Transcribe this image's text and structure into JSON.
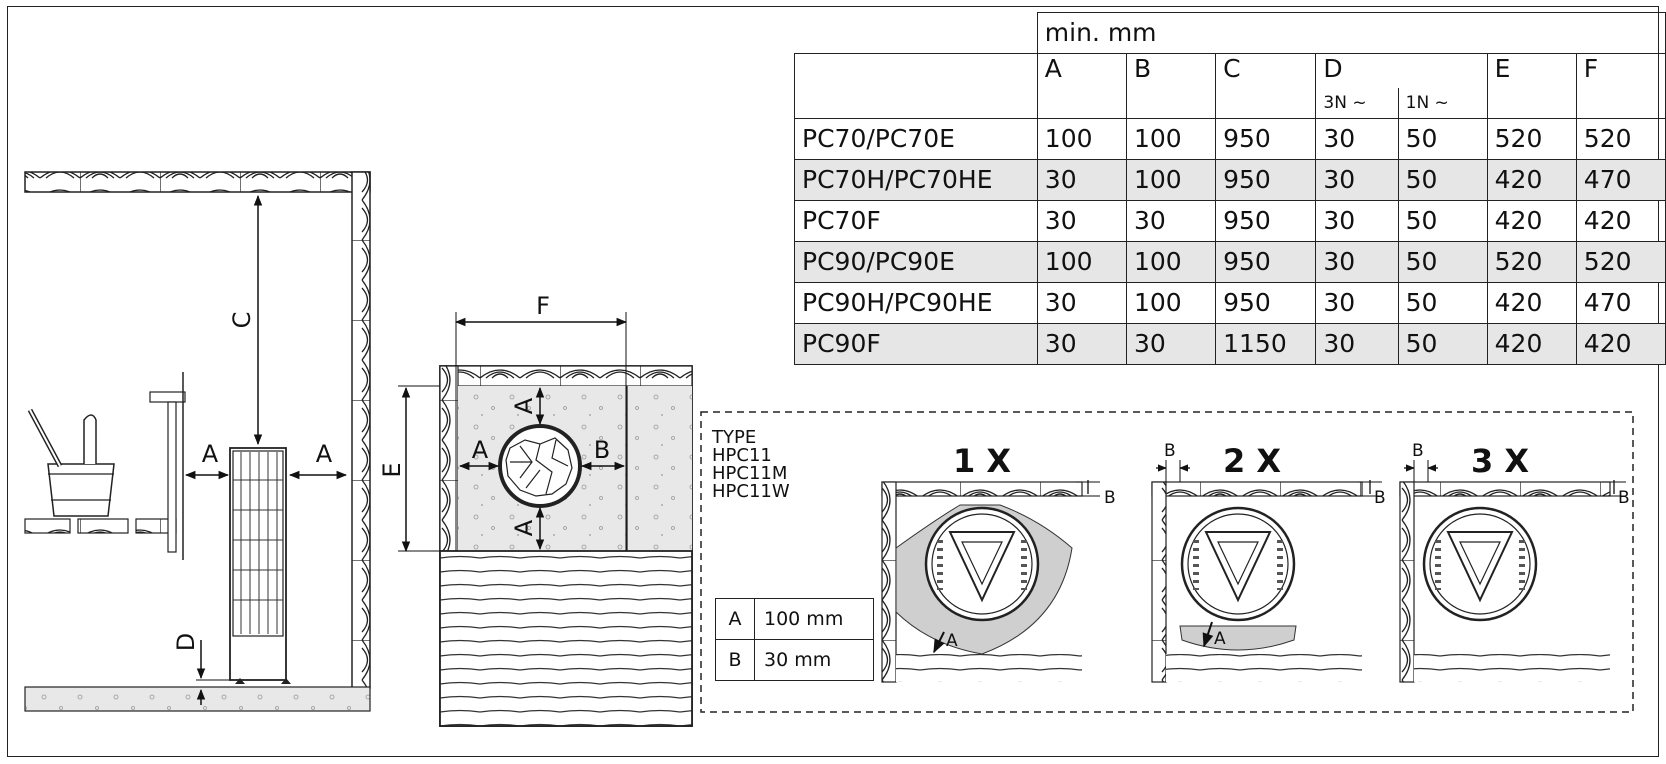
{
  "table": {
    "title": "min. mm",
    "columns": [
      "A",
      "B",
      "C",
      "D",
      "E",
      "F"
    ],
    "d_subcolumns": [
      "3N ~",
      "1N ~"
    ],
    "rows": [
      {
        "model": "PC70/PC70E",
        "a": "100",
        "b": "100",
        "c": "950",
        "d3": "30",
        "d1": "50",
        "e": "520",
        "f": "520"
      },
      {
        "model": "PC70H/PC70HE",
        "a": "30",
        "b": "100",
        "c": "950",
        "d3": "30",
        "d1": "50",
        "e": "420",
        "f": "470"
      },
      {
        "model": "PC70F",
        "a": "30",
        "b": "30",
        "c": "950",
        "d3": "30",
        "d1": "50",
        "e": "420",
        "f": "420"
      },
      {
        "model": "PC90/PC90E",
        "a": "100",
        "b": "100",
        "c": "950",
        "d3": "30",
        "d1": "50",
        "e": "520",
        "f": "520"
      },
      {
        "model": "PC90H/PC90HE",
        "a": "30",
        "b": "100",
        "c": "950",
        "d3": "30",
        "d1": "50",
        "e": "420",
        "f": "470"
      },
      {
        "model": "PC90F",
        "a": "30",
        "b": "30",
        "c": "1150",
        "d3": "30",
        "d1": "50",
        "e": "420",
        "f": "420"
      }
    ]
  },
  "side_view": {
    "dim_c": "C",
    "dim_a_left": "A",
    "dim_a_right": "A",
    "dim_d": "D"
  },
  "top_view": {
    "dim_f": "F",
    "dim_e": "E",
    "dim_a_top": "A",
    "dim_a_left": "A",
    "dim_b": "B",
    "dim_a_bottom": "A"
  },
  "installation": {
    "type_lines": [
      "TYPE",
      "HPC11",
      "HPC11M",
      "HPC11W"
    ],
    "legend": [
      {
        "key": "A",
        "value": "100 mm"
      },
      {
        "key": "B",
        "value": "30 mm"
      }
    ],
    "variants": [
      {
        "title": "1 X",
        "dim_b": "B",
        "dim_a": "A"
      },
      {
        "title": "2 X",
        "dim_b_top": "B",
        "dim_b": "B",
        "dim_a": "A"
      },
      {
        "title": "3 X",
        "dim_b_top": "B",
        "dim_b": "B"
      }
    ]
  }
}
